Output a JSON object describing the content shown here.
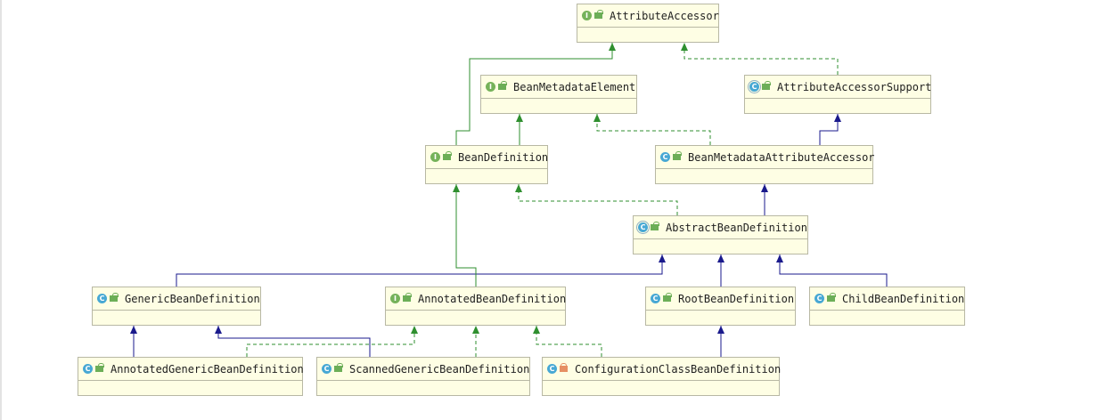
{
  "diagram": {
    "classes": [
      {
        "id": "AttributeAccessor",
        "name": "AttributeAccessor",
        "kind": "interface",
        "icon": "interface-icon",
        "visibility": "public-icon"
      },
      {
        "id": "BeanMetadataElement",
        "name": "BeanMetadataElement",
        "kind": "interface",
        "icon": "interface-icon",
        "visibility": "public-icon"
      },
      {
        "id": "AttributeAccessorSupport",
        "name": "AttributeAccessorSupport",
        "kind": "abstract-class",
        "icon": "abstract-class-icon",
        "visibility": "public-icon"
      },
      {
        "id": "BeanDefinition",
        "name": "BeanDefinition",
        "kind": "interface",
        "icon": "interface-icon",
        "visibility": "public-icon"
      },
      {
        "id": "BeanMetadataAttributeAccessor",
        "name": "BeanMetadataAttributeAccessor",
        "kind": "class",
        "icon": "class-icon",
        "visibility": "public-icon"
      },
      {
        "id": "AbstractBeanDefinition",
        "name": "AbstractBeanDefinition",
        "kind": "abstract-class",
        "icon": "abstract-class-icon",
        "visibility": "public-icon"
      },
      {
        "id": "GenericBeanDefinition",
        "name": "GenericBeanDefinition",
        "kind": "class",
        "icon": "class-icon",
        "visibility": "public-icon"
      },
      {
        "id": "AnnotatedBeanDefinition",
        "name": "AnnotatedBeanDefinition",
        "kind": "interface",
        "icon": "interface-icon",
        "visibility": "public-icon"
      },
      {
        "id": "RootBeanDefinition",
        "name": "RootBeanDefinition",
        "kind": "class",
        "icon": "class-icon",
        "visibility": "public-icon"
      },
      {
        "id": "ChildBeanDefinition",
        "name": "ChildBeanDefinition",
        "kind": "class",
        "icon": "class-icon",
        "visibility": "public-icon"
      },
      {
        "id": "AnnotatedGenericBeanDefinition",
        "name": "AnnotatedGenericBeanDefinition",
        "kind": "class",
        "icon": "class-icon",
        "visibility": "public-icon"
      },
      {
        "id": "ScannedGenericBeanDefinition",
        "name": "ScannedGenericBeanDefinition",
        "kind": "class",
        "icon": "class-icon",
        "visibility": "public-icon"
      },
      {
        "id": "ConfigurationClassBeanDefinition",
        "name": "ConfigurationClassBeanDefinition",
        "kind": "class",
        "icon": "class-icon",
        "visibility": "package-private-icon"
      }
    ],
    "relations": [
      {
        "from": "BeanDefinition",
        "to": "AttributeAccessor",
        "type": "interface-extends"
      },
      {
        "from": "BeanDefinition",
        "to": "BeanMetadataElement",
        "type": "interface-extends"
      },
      {
        "from": "AttributeAccessorSupport",
        "to": "AttributeAccessor",
        "type": "implements"
      },
      {
        "from": "BeanMetadataAttributeAccessor",
        "to": "BeanMetadataElement",
        "type": "implements"
      },
      {
        "from": "BeanMetadataAttributeAccessor",
        "to": "AttributeAccessorSupport",
        "type": "extends"
      },
      {
        "from": "AbstractBeanDefinition",
        "to": "BeanMetadataAttributeAccessor",
        "type": "extends"
      },
      {
        "from": "AbstractBeanDefinition",
        "to": "BeanDefinition",
        "type": "implements"
      },
      {
        "from": "GenericBeanDefinition",
        "to": "AbstractBeanDefinition",
        "type": "extends"
      },
      {
        "from": "RootBeanDefinition",
        "to": "AbstractBeanDefinition",
        "type": "extends"
      },
      {
        "from": "ChildBeanDefinition",
        "to": "AbstractBeanDefinition",
        "type": "extends"
      },
      {
        "from": "AnnotatedBeanDefinition",
        "to": "BeanDefinition",
        "type": "interface-extends"
      },
      {
        "from": "AnnotatedGenericBeanDefinition",
        "to": "GenericBeanDefinition",
        "type": "extends"
      },
      {
        "from": "ScannedGenericBeanDefinition",
        "to": "GenericBeanDefinition",
        "type": "extends"
      },
      {
        "from": "AnnotatedGenericBeanDefinition",
        "to": "AnnotatedBeanDefinition",
        "type": "implements"
      },
      {
        "from": "ScannedGenericBeanDefinition",
        "to": "AnnotatedBeanDefinition",
        "type": "implements"
      },
      {
        "from": "ConfigurationClassBeanDefinition",
        "to": "AnnotatedBeanDefinition",
        "type": "implements"
      },
      {
        "from": "ConfigurationClassBeanDefinition",
        "to": "RootBeanDefinition",
        "type": "extends"
      }
    ],
    "colors": {
      "node_fill": "#fefee4",
      "node_border": "#b8b8a4",
      "interface_badge": "#75b25a",
      "class_badge": "#47a8d4",
      "public_lock": "#6cae57",
      "package_lock": "#e68f63",
      "extends_line": "#1a1a8c",
      "implements_line": "#2f8f2f",
      "interface_extends_line": "#2f8f2f"
    }
  }
}
